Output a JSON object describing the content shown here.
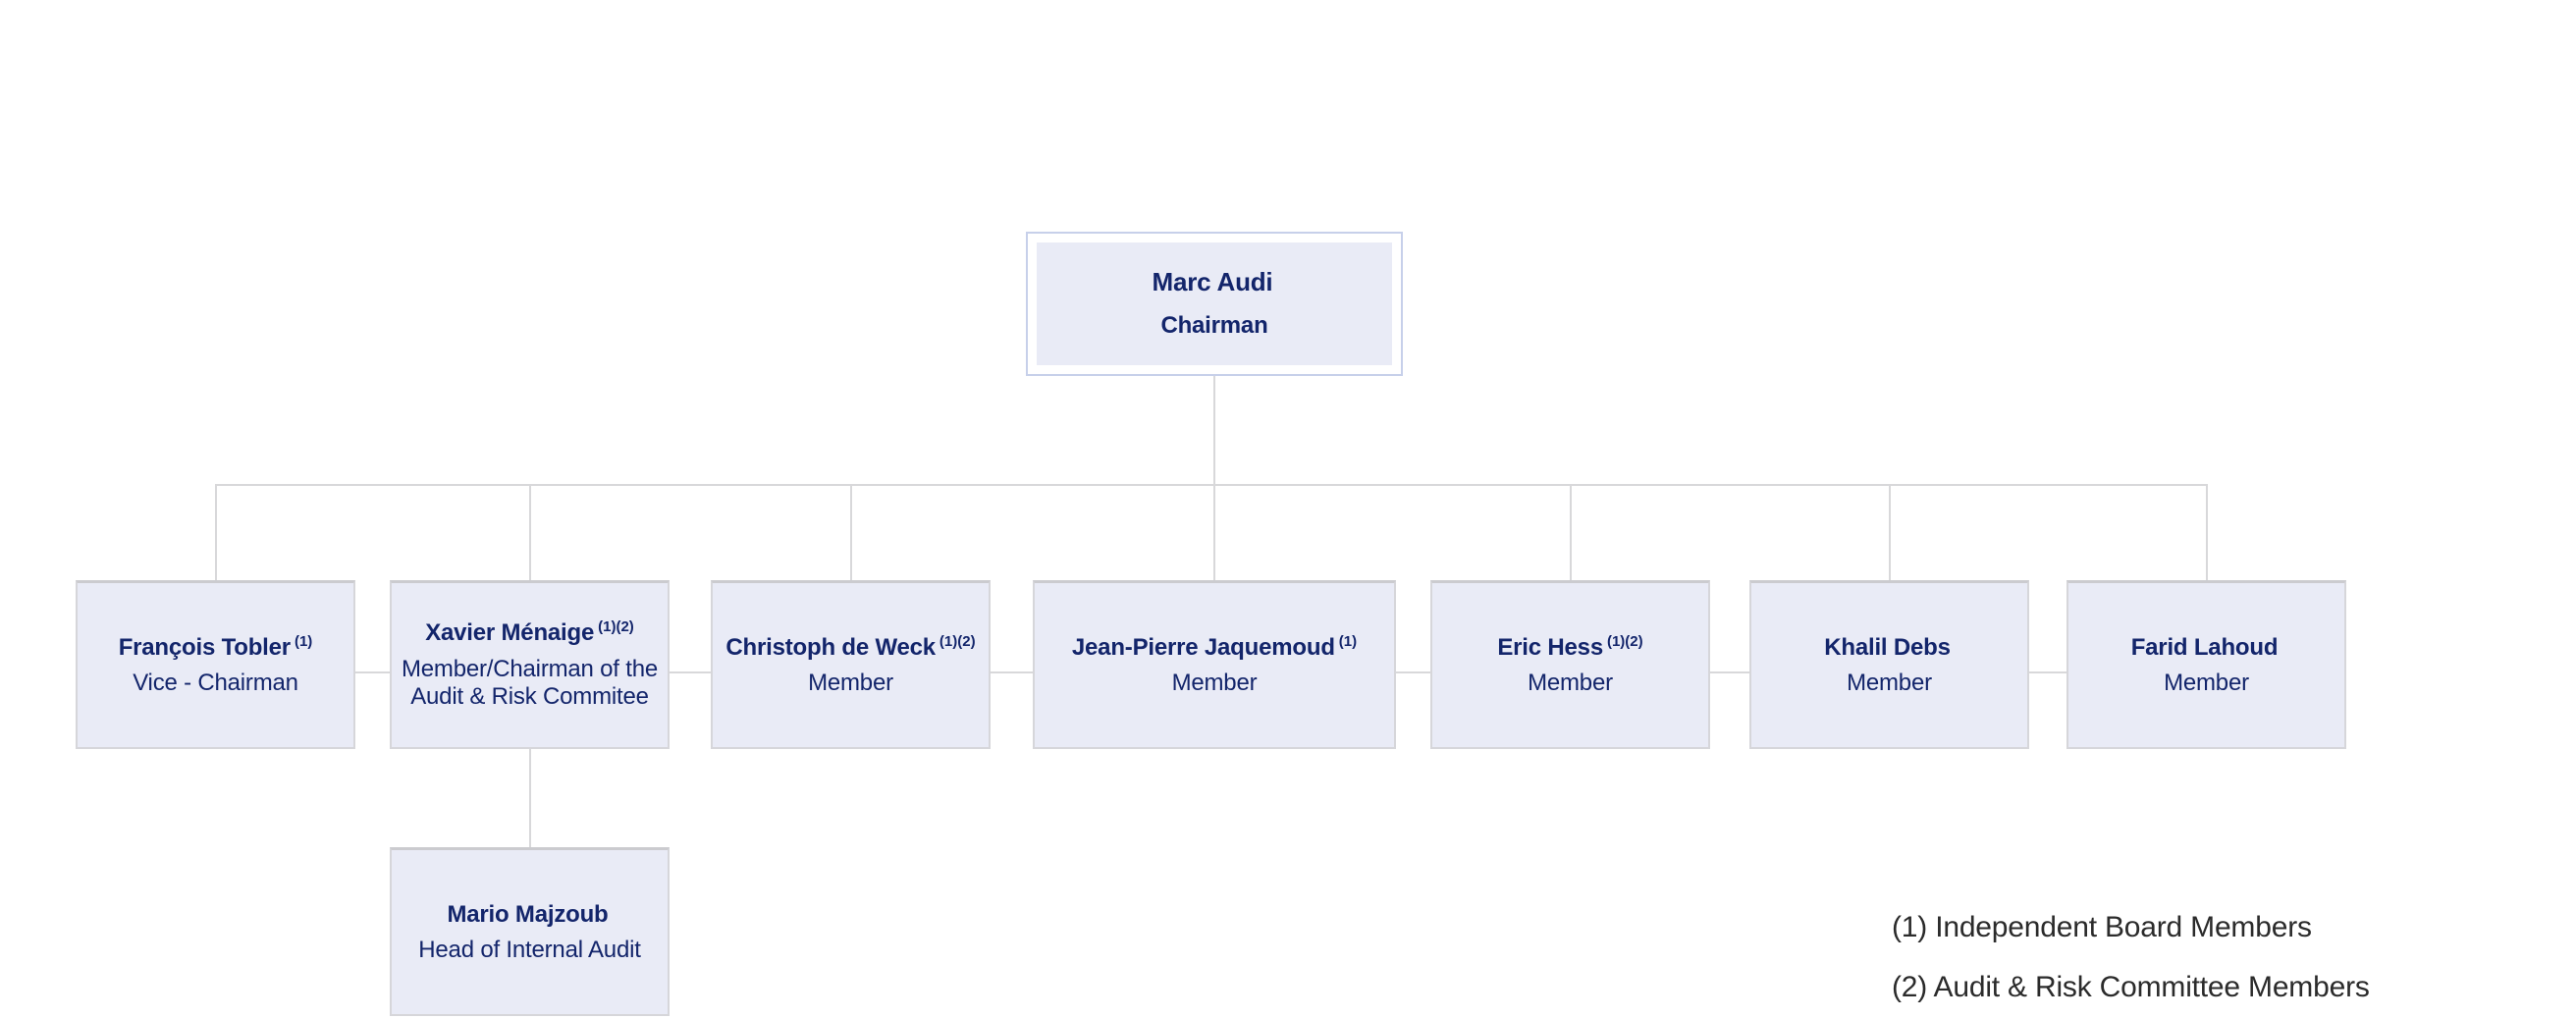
{
  "org_chart": {
    "root": {
      "name": "Marc Audi",
      "sup": "",
      "role": "Chairman"
    },
    "members": [
      {
        "name": "François Tobler",
        "sup": "(1)",
        "role": "Vice - Chairman"
      },
      {
        "name": "Xavier Ménaige",
        "sup": "(1)(2)",
        "role": "Member/Chairman of the Audit & Risk Commitee"
      },
      {
        "name": "Christoph de Weck",
        "sup": "(1)(2)",
        "role": "Member"
      },
      {
        "name": "Jean-Pierre Jaquemoud",
        "sup": "(1)",
        "role": "Member"
      },
      {
        "name": "Eric Hess",
        "sup": "(1)(2)",
        "role": "Member"
      },
      {
        "name": "Khalil Debs",
        "sup": "",
        "role": "Member"
      },
      {
        "name": "Farid Lahoud",
        "sup": "",
        "role": "Member"
      }
    ],
    "sub_member": {
      "name": "Mario Majzoub",
      "sup": "",
      "role": "Head of Internal Audit",
      "reports_to": "Xavier Ménaige"
    }
  },
  "legend": {
    "items": [
      "(1) Independent Board Members",
      "(2) Audit & Risk Committee Members"
    ]
  },
  "colors": {
    "navy": "#13256b",
    "box_fill": "#e9ebf6",
    "box_border": "#d6d6da",
    "root_border": "#c7d0ea",
    "connector": "#d8d8da",
    "legend_text": "#2b2b2b"
  }
}
